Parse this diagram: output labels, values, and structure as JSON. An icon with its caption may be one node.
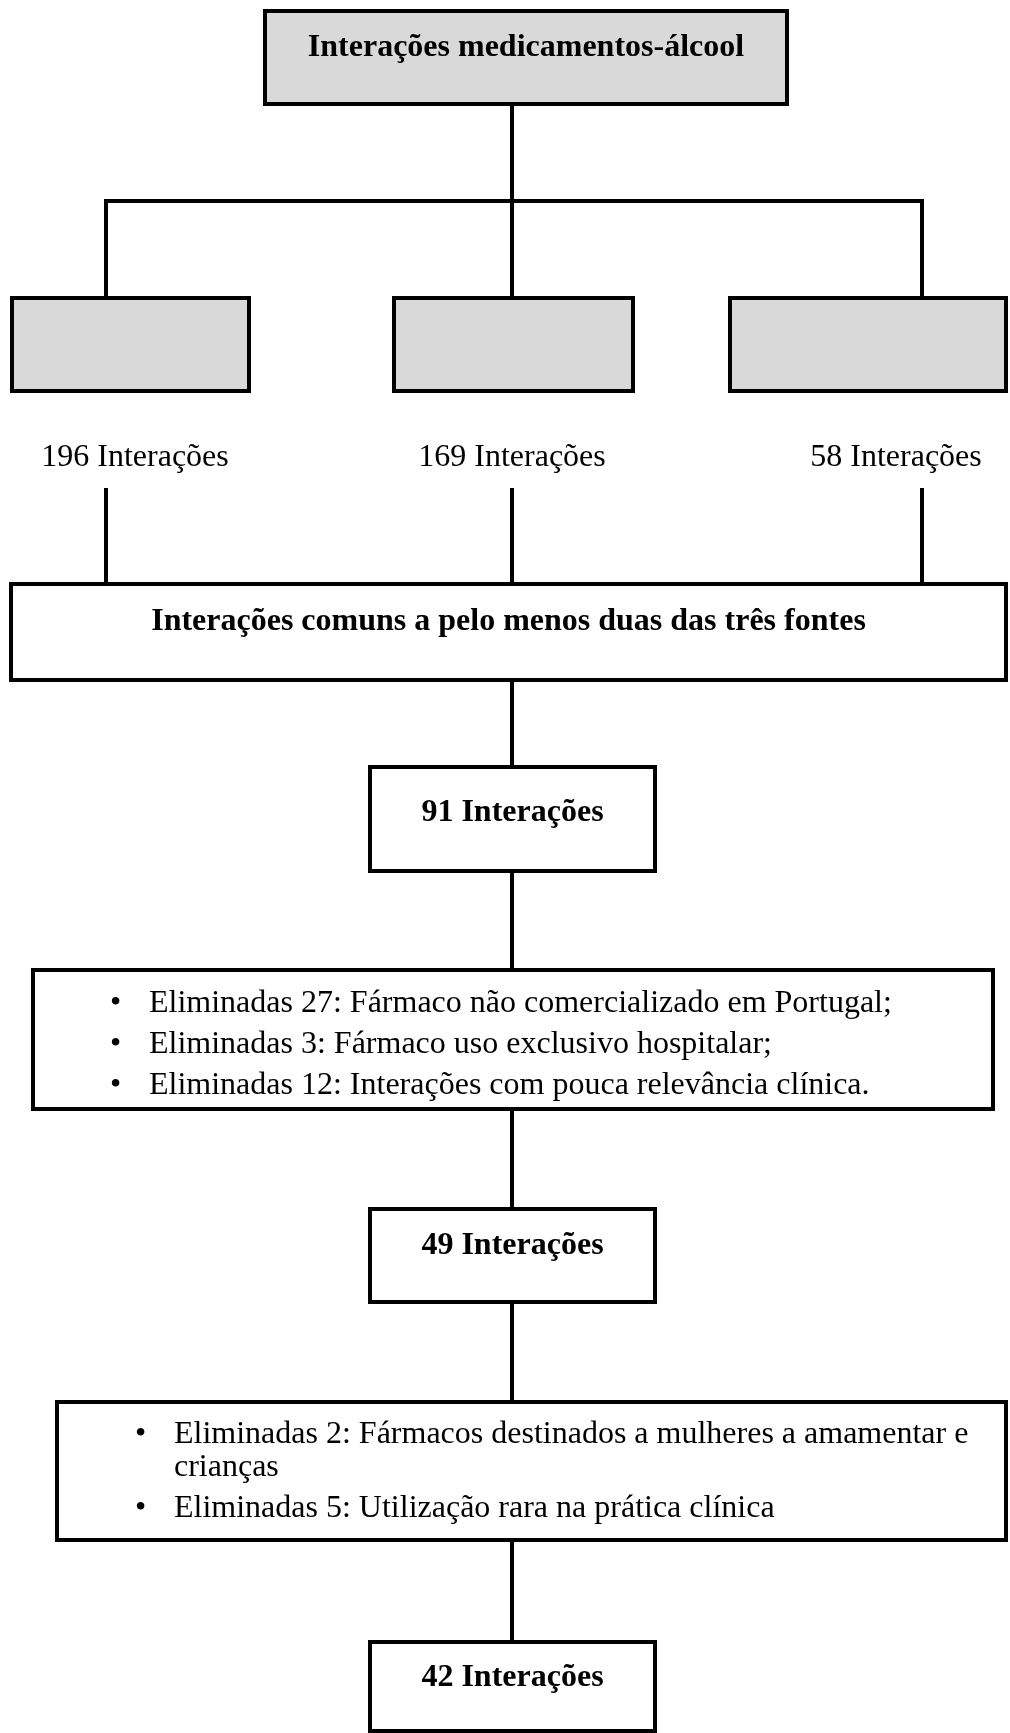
{
  "diagram": {
    "nodes": [
      {
        "text": [
          "Interações medicamentos-álcool"
        ]
      },
      {
        "text": [],
        "shape": "box"
      },
      {
        "text": [],
        "shape": "box"
      },
      {
        "text": [],
        "shape": "box"
      },
      {
        "text": [
          "196 Interações"
        ]
      },
      {
        "text": [
          "169 Interações"
        ]
      },
      {
        "text": [
          "58 Interações"
        ]
      },
      {
        "text": [
          "Interações comuns a pelo menos duas das três fontes"
        ]
      },
      {
        "text": [
          "91 Interações"
        ]
      },
      {
        "text": [
          "•",
          "Eliminadas 27: Fármaco não comercializado em Portugal;",
          "•",
          "Eliminadas 3: Fármaco uso exclusivo hospitalar;",
          "•",
          "Eliminadas 12: Interações com pouca relevância clínica."
        ]
      },
      {
        "text": [
          "49 Interações"
        ]
      },
      {
        "text": [
          "•",
          "Eliminadas 2: Fármacos destinados a mulheres a amamentar e crianças",
          "•",
          "Eliminadas 5: Utilização rara na prática clínica"
        ]
      },
      {
        "text": [
          "42 Interações"
        ]
      }
    ],
    "edges": [
      {
        "from": 0,
        "to": 1,
        "arrow": "none"
      },
      {
        "from": 0,
        "to": 2,
        "arrow": "none"
      },
      {
        "from": 0,
        "to": 3,
        "arrow": "none"
      },
      {
        "from": 4,
        "to": 7,
        "arrow": "none"
      },
      {
        "from": 5,
        "to": 7,
        "arrow": "none"
      },
      {
        "from": 6,
        "to": 7,
        "arrow": "none"
      },
      {
        "from": 7,
        "to": 8,
        "arrow": "none"
      },
      {
        "from": 8,
        "to": 9,
        "arrow": "none"
      },
      {
        "from": 9,
        "to": 10,
        "arrow": "none"
      },
      {
        "from": 10,
        "to": 11,
        "arrow": "none"
      },
      {
        "from": 11,
        "to": 12,
        "arrow": "none"
      }
    ]
  }
}
